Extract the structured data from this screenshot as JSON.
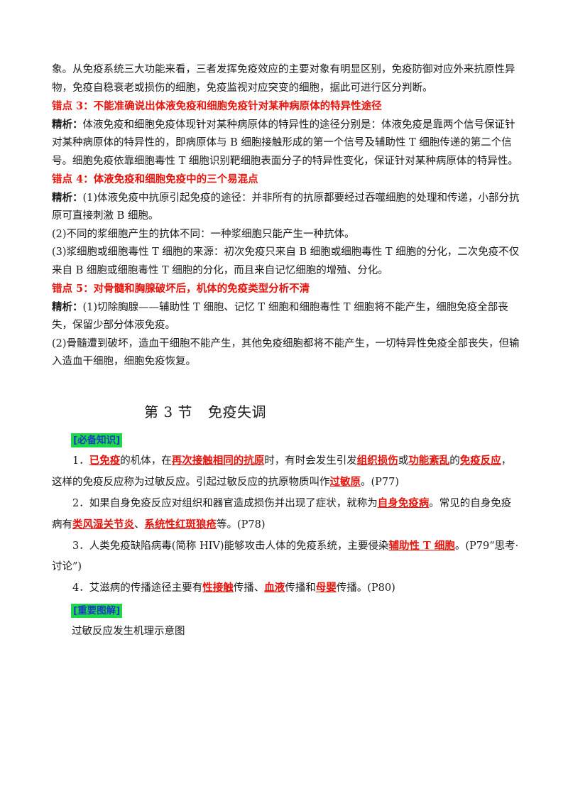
{
  "p_intro": "象。从免疫系统三大功能来看，三者发挥免疫效应的主要对象有明显区别，免疫防御对应外来抗原性异物，免疫自稳衰老或损伤的细胞，免疫监视对应突变的细胞，据此可进行区分判断。",
  "e3": {
    "title": "错点 3：不能准确说出体液免疫和细胞免疫针对某种病原体的特异性途径",
    "label": "精析：",
    "text": "体液免疫和细胞免疫体现针对某种病原体的特异性的途径分别是：体液免疫是靠两个信号保证针对某种病原体的特异性的，即病原体与 B 细胞接触形成的第一个信号及辅助性 T 细胞传递的第二个信号。细胞免疫依靠细胞毒性 T 细胞识别靶细胞表面分子的特异性变化，保证针对某种病原体的特异性。"
  },
  "e4": {
    "title": "错点 4：体液免疫和细胞免疫中的三个易混点",
    "label": "精析：",
    "p1": "(1)体液免疫中抗原引起免疫的途径：并非所有的抗原都要经过吞噬细胞的处理和传递，小部分抗原可直接刺激 B 细胞。",
    "p2": "(2)不同的浆细胞产生的抗体不同：一种浆细胞只能产生一种抗体。",
    "p3": "(3)浆细胞或细胞毒性 T 细胞的来源：初次免疫只来自 B 细胞或细胞毒性 T 细胞的分化，二次免疫不仅来自 B 细胞或细胞毒性 T 细胞的分化，而且来自记忆细胞的增殖、分化。"
  },
  "e5": {
    "title": "错点 5：对骨髓和胸腺破坏后，机体的免疫类型分析不清",
    "label": "精析：",
    "p1": "(1)切除胸腺——辅助性 T 细胞、记忆 T 细胞和细胞毒性 T 细胞将不能产生，细胞免疫全部丧失，保留少部分体液免疫。",
    "p2": "(2)骨髓遭到破坏，造血干细胞不能产生，其他免疫细胞都将不能产生，一切特异性免疫全部丧失，但输入造血干细胞，细胞免疫恢复。"
  },
  "section": {
    "num": "第 3 节",
    "name": "免疫失调"
  },
  "tag1": "[必备知识]",
  "k1": {
    "a": "1．",
    "b": "已免疫",
    "c": "的机体，在",
    "d": "再次接触相同的抗原",
    "e": "时，有时会发生引发",
    "f": "组织损伤",
    "g": "或",
    "h": "功能紊乱",
    "i": "的",
    "j": "免疫反应",
    "k": "，这样的免疫反应称为过敏反应。引起过敏反应的抗原物质叫作",
    "l": "过敏原",
    "m": "。(P77)"
  },
  "k2": {
    "a": "2．如果自身免疫反应对组织和器官造成损伤并出现了症状，就称为",
    "b": "自身免疫病",
    "c": "。常见的自身免疫病有",
    "d": "类风湿关节炎",
    "e": "、",
    "f": "系统性红斑狼疮",
    "g": "等。(P78)"
  },
  "k3": {
    "a": "3．人类免疫缺陷病毒(简称 HIV)能够攻击人体的免疫系统，主要侵染",
    "b": "辅助性 T 细胞",
    "c": "。(P79“思考·讨论”)"
  },
  "k4": {
    "a": "4．艾滋病的传播途径主要有",
    "b": "性接触",
    "c": "传播、",
    "d": "血液",
    "e": "传播和",
    "f": "母婴",
    "g": "传播。(P80)"
  },
  "tag2": "[重要图解]",
  "caption": "过敏反应发生机理示意图"
}
